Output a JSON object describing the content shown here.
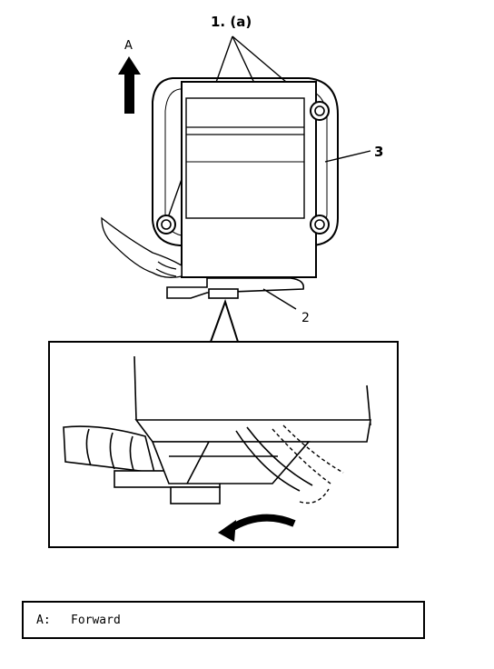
{
  "diagram": {
    "callouts": {
      "part_1": "1. (a)",
      "part_2": "2",
      "part_3": "3",
      "direction": "A"
    }
  },
  "legend": {
    "items": [
      {
        "key": "A:",
        "text": "Forward"
      }
    ]
  }
}
